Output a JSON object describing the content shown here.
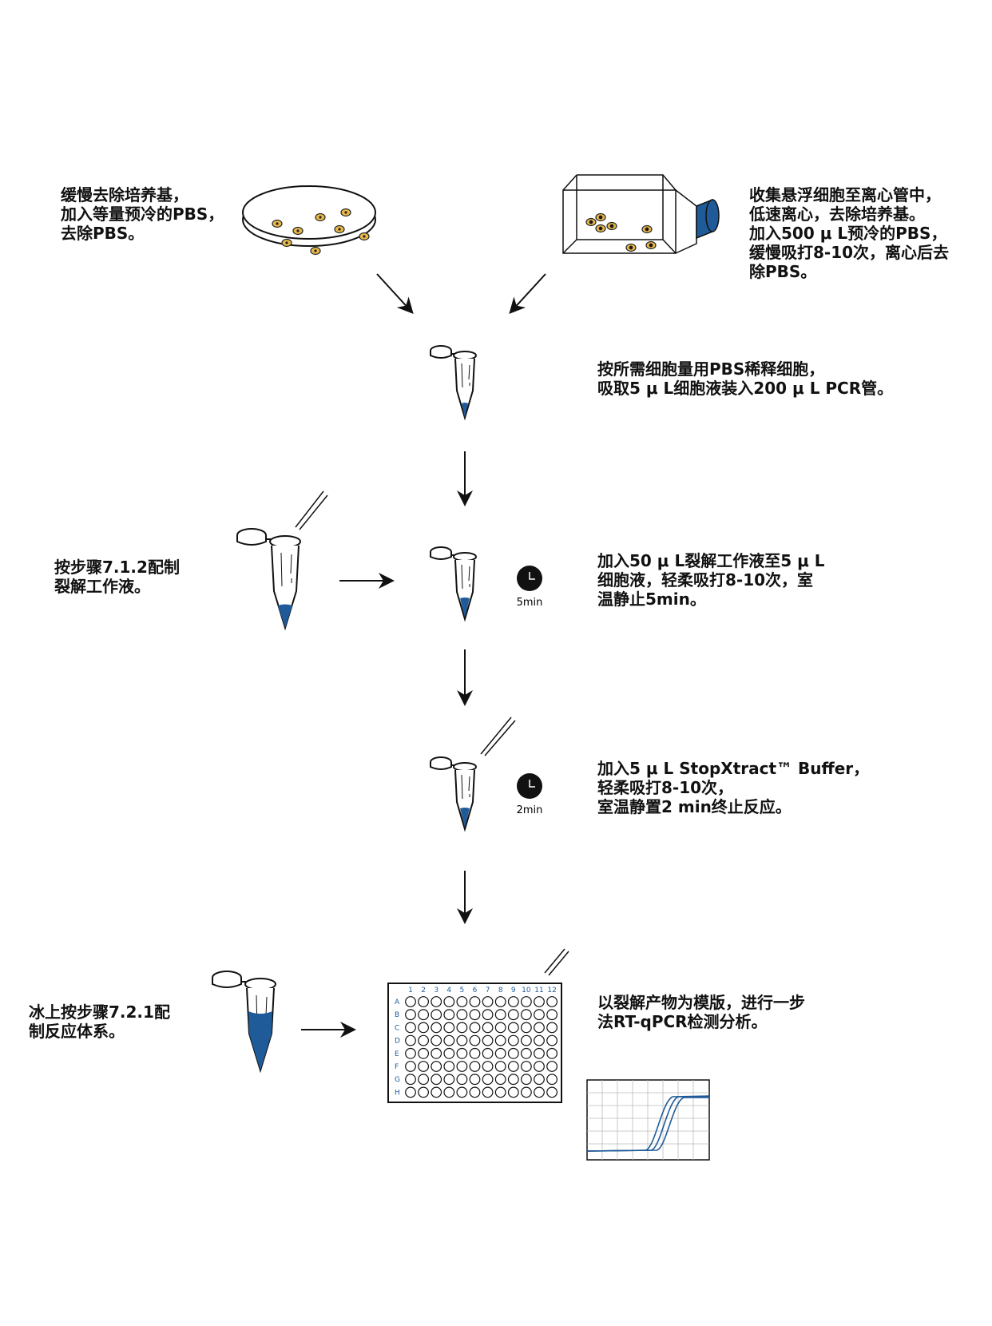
{
  "step_dish": {
    "lines": [
      "缓慢去除培养基，",
      "加入等量预冷的PBS，",
      "去除PBS。"
    ]
  },
  "step_flask": {
    "lines": [
      "收集悬浮细胞至离心管中，",
      "低速离心，去除培养基。",
      "加入500 μ L预冷的PBS，",
      "缓慢吸打8-10次，离心后去",
      "除PBS。"
    ]
  },
  "step_dilute": {
    "lines": [
      "按所需细胞量用PBS稀释细胞，",
      "吸取5 μ L细胞液装入200 μ L PCR管。"
    ]
  },
  "step_prepare_lysis": {
    "lines": [
      "按步骤7.1.2配制",
      "裂解工作液。"
    ]
  },
  "step_lysis": {
    "lines": [
      "加入50 μ L裂解工作液至5 μ L",
      "细胞液，轻柔吸打8-10次，室",
      "温静止5min。"
    ]
  },
  "timer_lysis": {
    "label": "5min"
  },
  "step_stop": {
    "lines": [
      "加入5 μ L StopXtract™ Buffer，",
      "轻柔吸打8-10次，",
      "室温静置2 min终止反应。"
    ]
  },
  "timer_stop": {
    "label": "2min"
  },
  "step_prepare_reaction": {
    "lines": [
      "冰上按步骤7.2.1配",
      "制反应体系。"
    ]
  },
  "step_analysis": {
    "lines": [
      "以裂解产物为模版，进行一步",
      "法RT-qPCR检测分析。"
    ]
  },
  "plate": {
    "columns": [
      "1",
      "2",
      "3",
      "4",
      "5",
      "6",
      "7",
      "8",
      "9",
      "10",
      "11",
      "12"
    ],
    "rows": [
      "A",
      "B",
      "C",
      "D",
      "E",
      "F",
      "G",
      "H"
    ],
    "label_color": "#1f5b99"
  },
  "colors": {
    "liquid": "#1f5b99",
    "cell": "#e8b84a",
    "ink": "#111111"
  }
}
